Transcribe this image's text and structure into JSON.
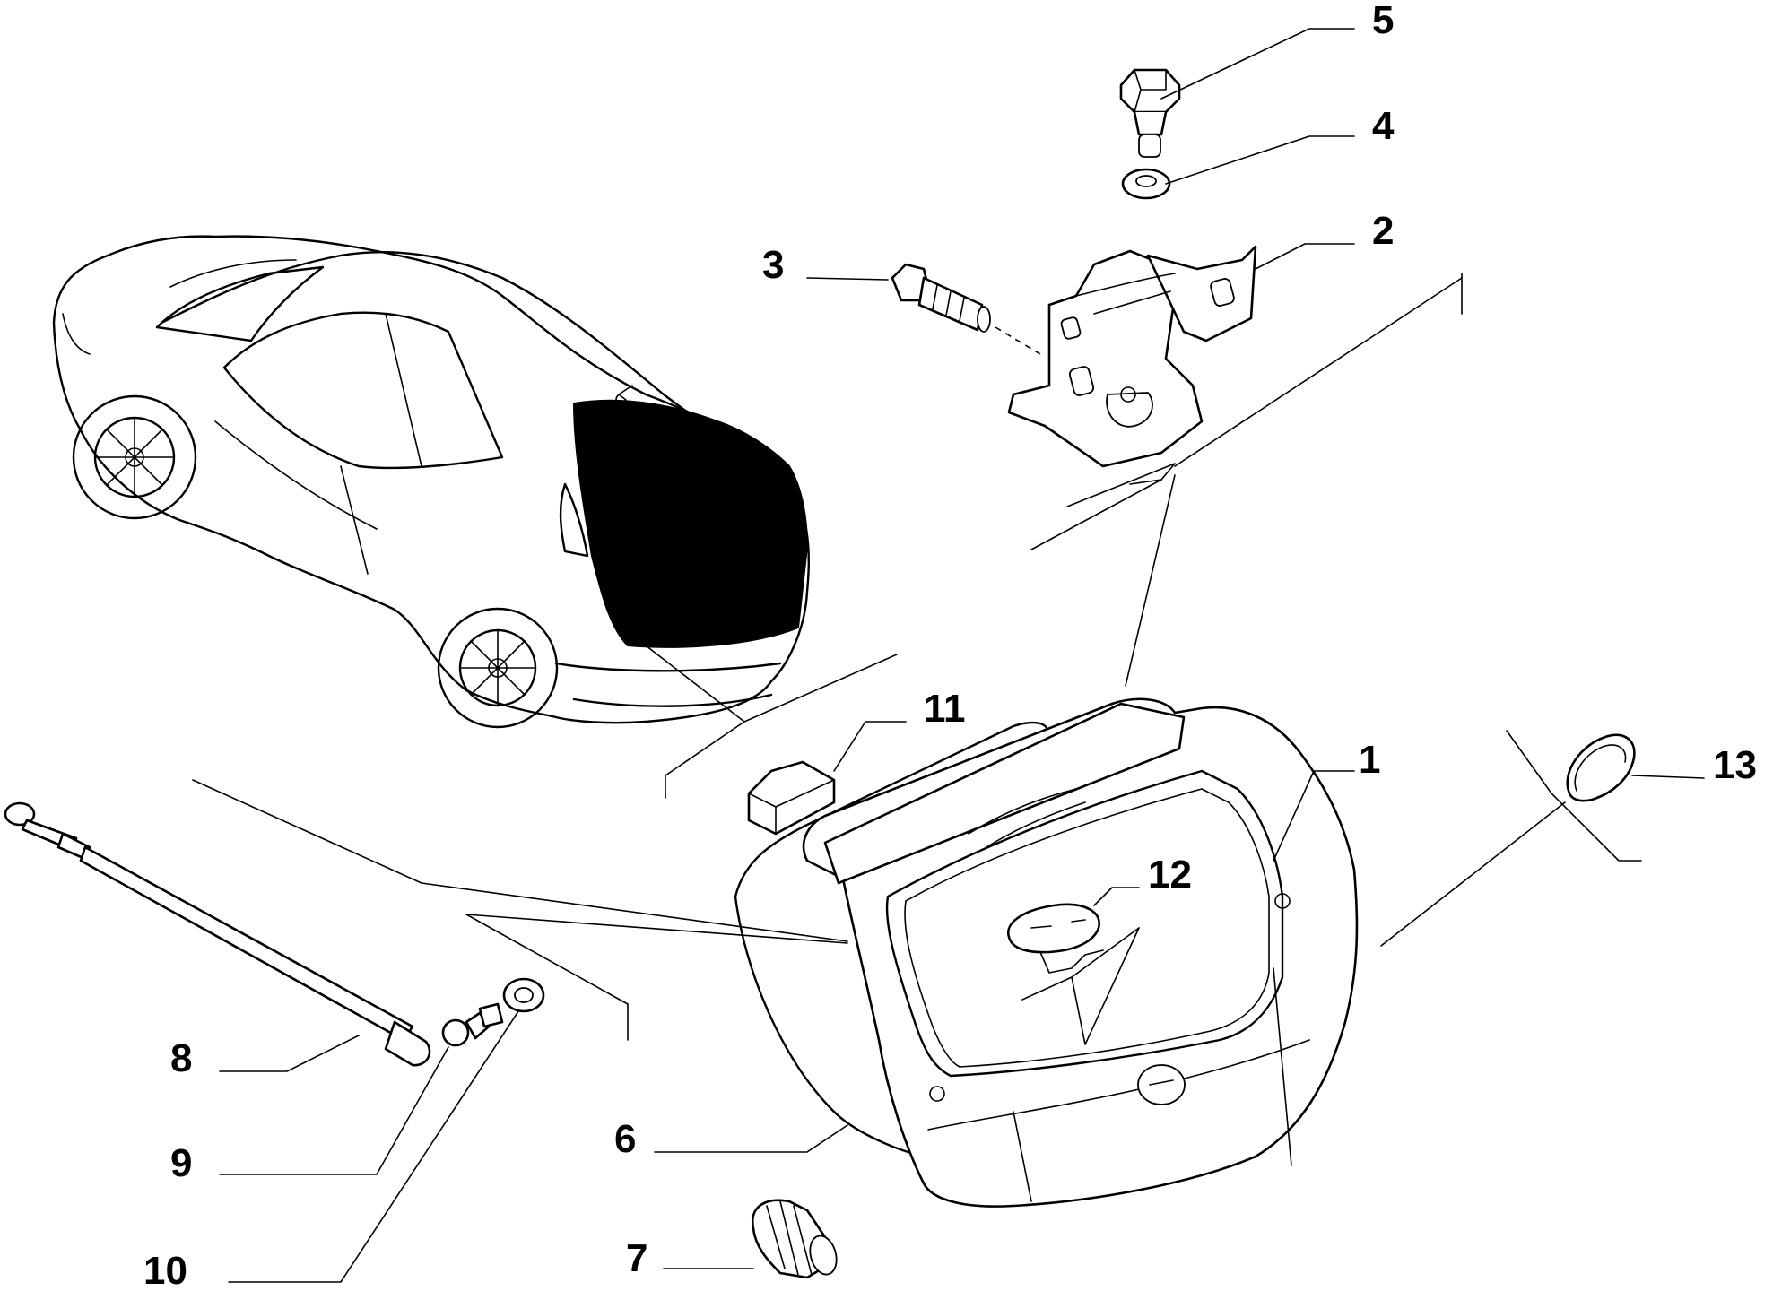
{
  "callouts": [
    {
      "id": "1",
      "label": "1"
    },
    {
      "id": "2",
      "label": "2"
    },
    {
      "id": "3",
      "label": "3"
    },
    {
      "id": "4",
      "label": "4"
    },
    {
      "id": "5",
      "label": "5"
    },
    {
      "id": "6",
      "label": "6"
    },
    {
      "id": "7",
      "label": "7"
    },
    {
      "id": "8",
      "label": "8"
    },
    {
      "id": "9",
      "label": "9"
    },
    {
      "id": "10",
      "label": "10"
    },
    {
      "id": "11",
      "label": "11"
    },
    {
      "id": "12",
      "label": "12"
    },
    {
      "id": "13",
      "label": "13"
    }
  ],
  "colors": {
    "ink": "#000000",
    "background": "#ffffff"
  },
  "icons": {
    "car": "hatchback-car-icon",
    "tailgate": "tailgate-panel-icon",
    "hinge": "hinge-bracket-icon",
    "bolt": "flange-bolt-icon",
    "washer": "washer-icon",
    "gas_strut": "gas-spring-icon",
    "bumper": "rubber-buffer-icon"
  }
}
